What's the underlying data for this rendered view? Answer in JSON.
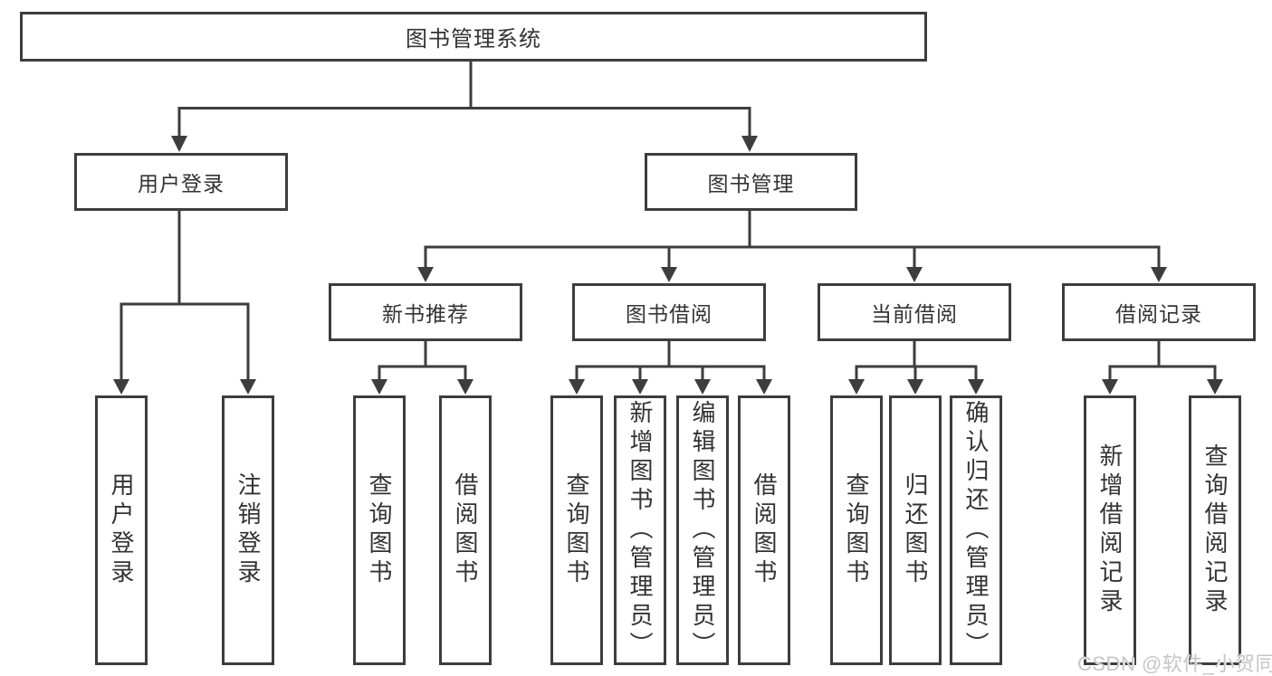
{
  "tree": {
    "label": "图书管理系统",
    "children": [
      {
        "label": "用户登录",
        "children": [
          {
            "label": "用户登录"
          },
          {
            "label": "注销登录"
          }
        ]
      },
      {
        "label": "图书管理",
        "children": [
          {
            "label": "新书推荐",
            "children": [
              {
                "label": "查询图书"
              },
              {
                "label": "借阅图书"
              }
            ]
          },
          {
            "label": "图书借阅",
            "children": [
              {
                "label": "查询图书"
              },
              {
                "label": "新增图书（管理员）"
              },
              {
                "label": "编辑图书（管理员）"
              },
              {
                "label": "借阅图书"
              }
            ]
          },
          {
            "label": "当前借阅",
            "children": [
              {
                "label": "查询图书"
              },
              {
                "label": "归还图书"
              },
              {
                "label": "确认归还（管理员）"
              }
            ]
          },
          {
            "label": "借阅记录",
            "children": [
              {
                "label": "新增借阅记录"
              },
              {
                "label": "查询借阅记录"
              }
            ]
          }
        ]
      }
    ]
  },
  "watermark": {
    "text": "CSDN @软件_小贺同学"
  },
  "colors": {
    "line": "#3d3d3d",
    "box_border": "#3d3d3d",
    "text": "#333333",
    "watermark": "#c6c6c6",
    "background": "#ffffff"
  }
}
